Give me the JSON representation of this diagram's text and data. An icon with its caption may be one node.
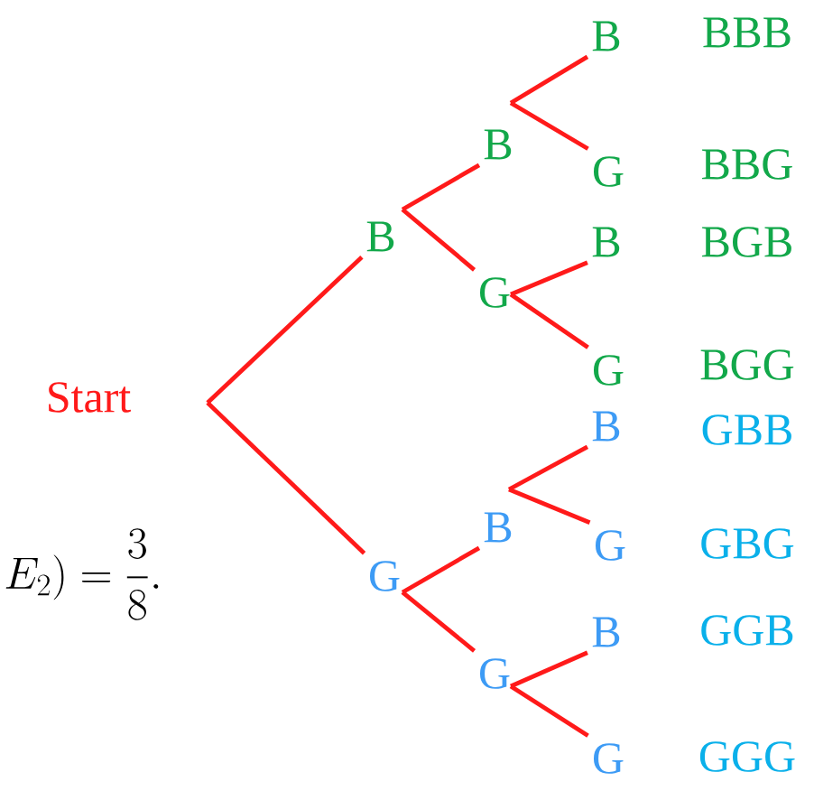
{
  "diagram": {
    "nodes": [
      {
        "text": [
          "Start"
        ]
      },
      {
        "text": [
          "B"
        ]
      },
      {
        "text": [
          "G"
        ]
      },
      {
        "text": [
          "B"
        ]
      },
      {
        "text": [
          "G"
        ]
      },
      {
        "text": [
          "B"
        ]
      },
      {
        "text": [
          "G"
        ]
      },
      {
        "text": [
          "B"
        ]
      },
      {
        "text": [
          "G"
        ]
      },
      {
        "text": [
          "B"
        ]
      },
      {
        "text": [
          "G"
        ]
      },
      {
        "text": [
          "B"
        ]
      },
      {
        "text": [
          "G"
        ]
      },
      {
        "text": [
          "B"
        ]
      },
      {
        "text": [
          "G"
        ]
      }
    ],
    "edges": [
      {
        "from": 0,
        "to": 1,
        "arrow": "none"
      },
      {
        "from": 0,
        "to": 2,
        "arrow": "none"
      },
      {
        "from": 1,
        "to": 3,
        "arrow": "none"
      },
      {
        "from": 1,
        "to": 4,
        "arrow": "none"
      },
      {
        "from": 2,
        "to": 5,
        "arrow": "none"
      },
      {
        "from": 2,
        "to": 6,
        "arrow": "none"
      },
      {
        "from": 3,
        "to": 7,
        "arrow": "none"
      },
      {
        "from": 3,
        "to": 8,
        "arrow": "none"
      },
      {
        "from": 4,
        "to": 9,
        "arrow": "none"
      },
      {
        "from": 4,
        "to": 10,
        "arrow": "none"
      },
      {
        "from": 5,
        "to": 11,
        "arrow": "none"
      },
      {
        "from": 5,
        "to": 12,
        "arrow": "none"
      },
      {
        "from": 6,
        "to": 13,
        "arrow": "none"
      },
      {
        "from": 6,
        "to": 14,
        "arrow": "none"
      }
    ],
    "labels": [
      "BBB",
      "BBG",
      "BGB",
      "BGG",
      "GBB",
      "GBG",
      "GGB",
      "GGG",
      "E_2) = \\frac{3}{8}."
    ]
  }
}
